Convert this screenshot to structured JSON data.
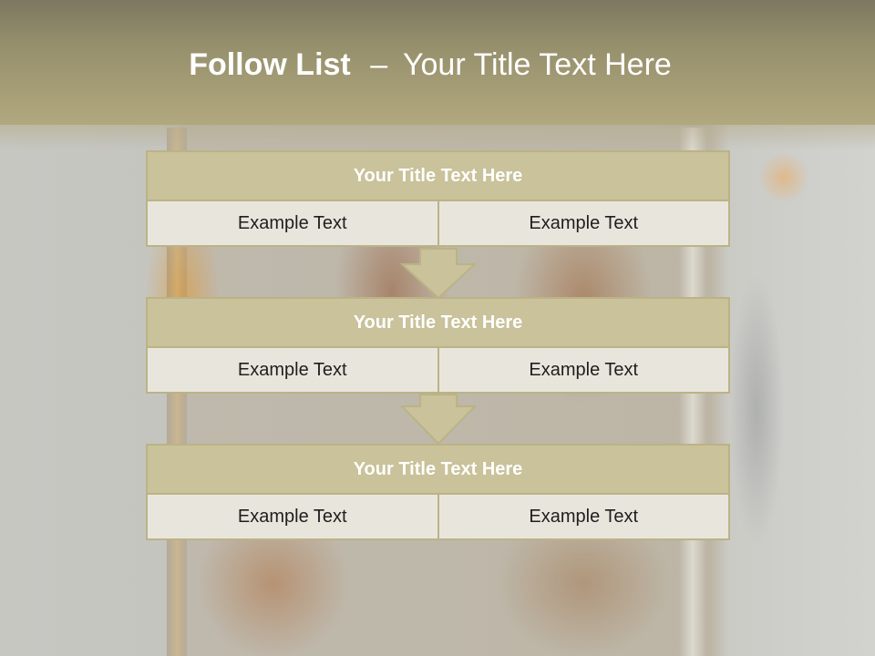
{
  "header": {
    "title_bold": "Follow List",
    "title_separator": "–",
    "title_rest": "Your Title Text Here"
  },
  "blocks": [
    {
      "title": "Your Title Text Here",
      "left": "Example Text",
      "right": "Example Text"
    },
    {
      "title": "Your Title Text Here",
      "left": "Example Text",
      "right": "Example Text"
    },
    {
      "title": "Your Title Text Here",
      "left": "Example Text",
      "right": "Example Text"
    }
  ],
  "colors": {
    "header_bar": "#958f6c",
    "block_title_fill": "#c9c29a",
    "block_row_fill": "#e8e6dc",
    "border": "#bbb386"
  }
}
